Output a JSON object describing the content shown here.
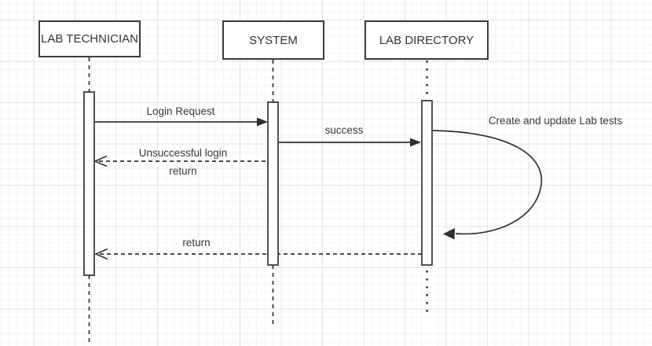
{
  "diagram": {
    "type": "uml-sequence-diagram",
    "actors": [
      {
        "id": "lab-technician",
        "label": "LAB TECHNICIAN",
        "lifeline_style": "dashed"
      },
      {
        "id": "system",
        "label": "SYSTEM",
        "lifeline_style": "dashed"
      },
      {
        "id": "lab-directory",
        "label": "LAB DIRECTORY",
        "lifeline_style": "dotted"
      }
    ],
    "messages": [
      {
        "from": "lab-technician",
        "to": "system",
        "label": "Login Request",
        "line": "solid",
        "arrowhead": "filled"
      },
      {
        "from": "system",
        "to": "lab-directory",
        "label": "success",
        "line": "solid",
        "arrowhead": "filled"
      },
      {
        "from": "system",
        "to": "lab-technician",
        "label": "Unsuccessful login",
        "sublabel": "return",
        "line": "dashed",
        "arrowhead": "open"
      },
      {
        "from": "lab-directory",
        "to": "lab-directory",
        "label": "Create and update Lab tests",
        "line": "solid-self-loop",
        "arrowhead": "filled"
      },
      {
        "from": "lab-directory",
        "to": "lab-technician",
        "label": "return",
        "line": "dashed",
        "arrowhead": "open"
      }
    ],
    "colors": {
      "stroke": "#3c3c3c",
      "text": "#333333",
      "shape_fill": "#ffffff",
      "canvas_background": "#ffffff",
      "grid_minor": "#f4f4f4",
      "grid_major": "#e3e3e3"
    }
  }
}
